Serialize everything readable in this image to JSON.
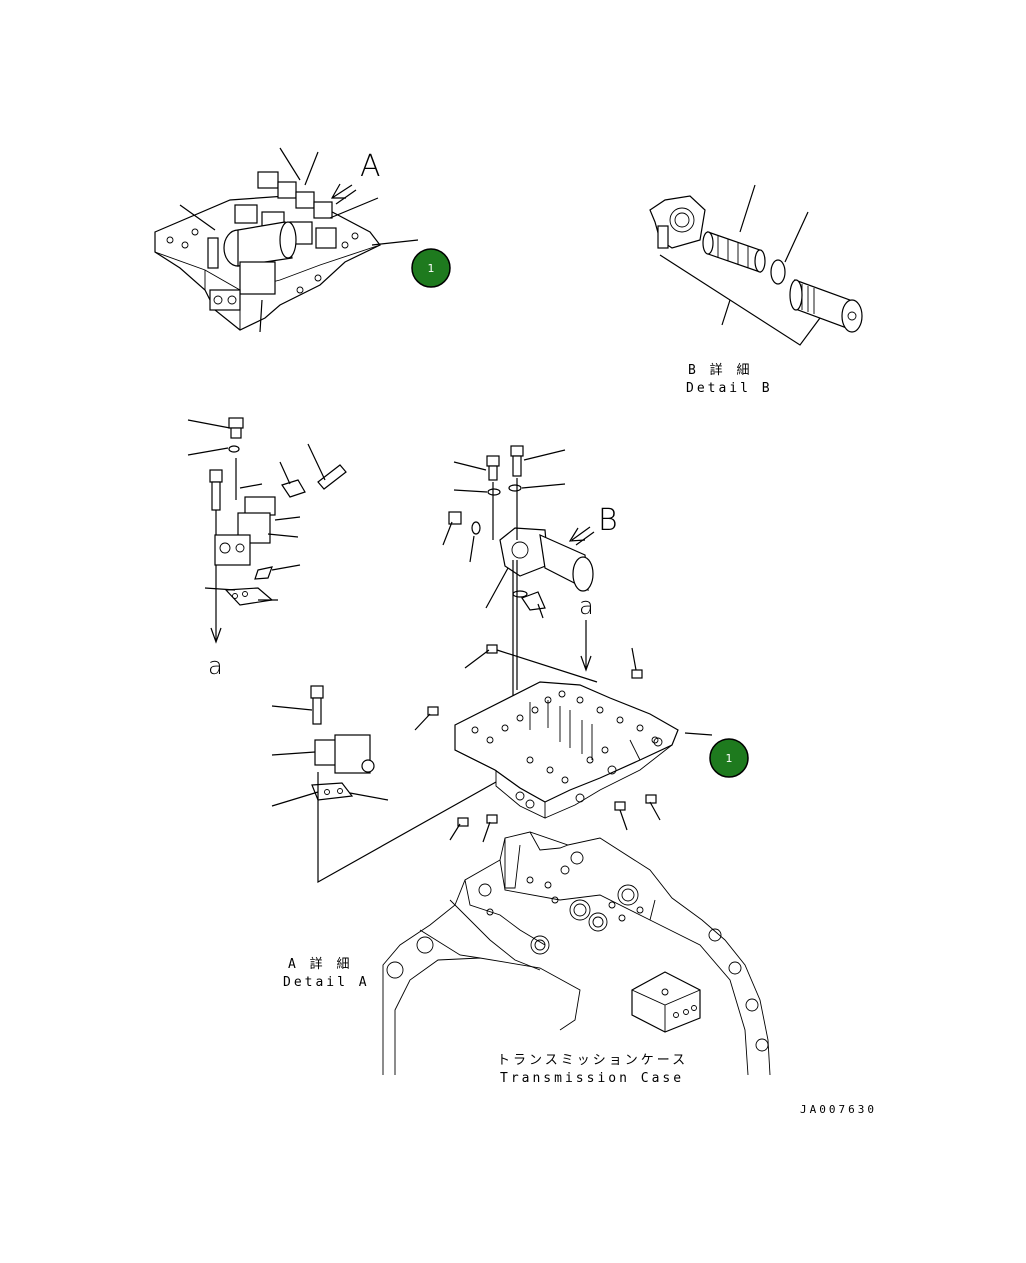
{
  "badges": [
    {
      "label": "1",
      "color": "#1e7a1e"
    },
    {
      "label": "1",
      "color": "#1e7a1e"
    }
  ],
  "view_letters": {
    "a": "A",
    "b": "B",
    "arrow_a_lower_1": "a",
    "arrow_a_lower_2": "a"
  },
  "detail_b": {
    "jp": "B 詳 細",
    "en": "Detail B"
  },
  "detail_a": {
    "jp": "A 詳 細",
    "en": "Detail A"
  },
  "transmission_case": {
    "jp": "トランスミッションケース",
    "en": "Transmission Case"
  },
  "figure_code": "JA007630"
}
